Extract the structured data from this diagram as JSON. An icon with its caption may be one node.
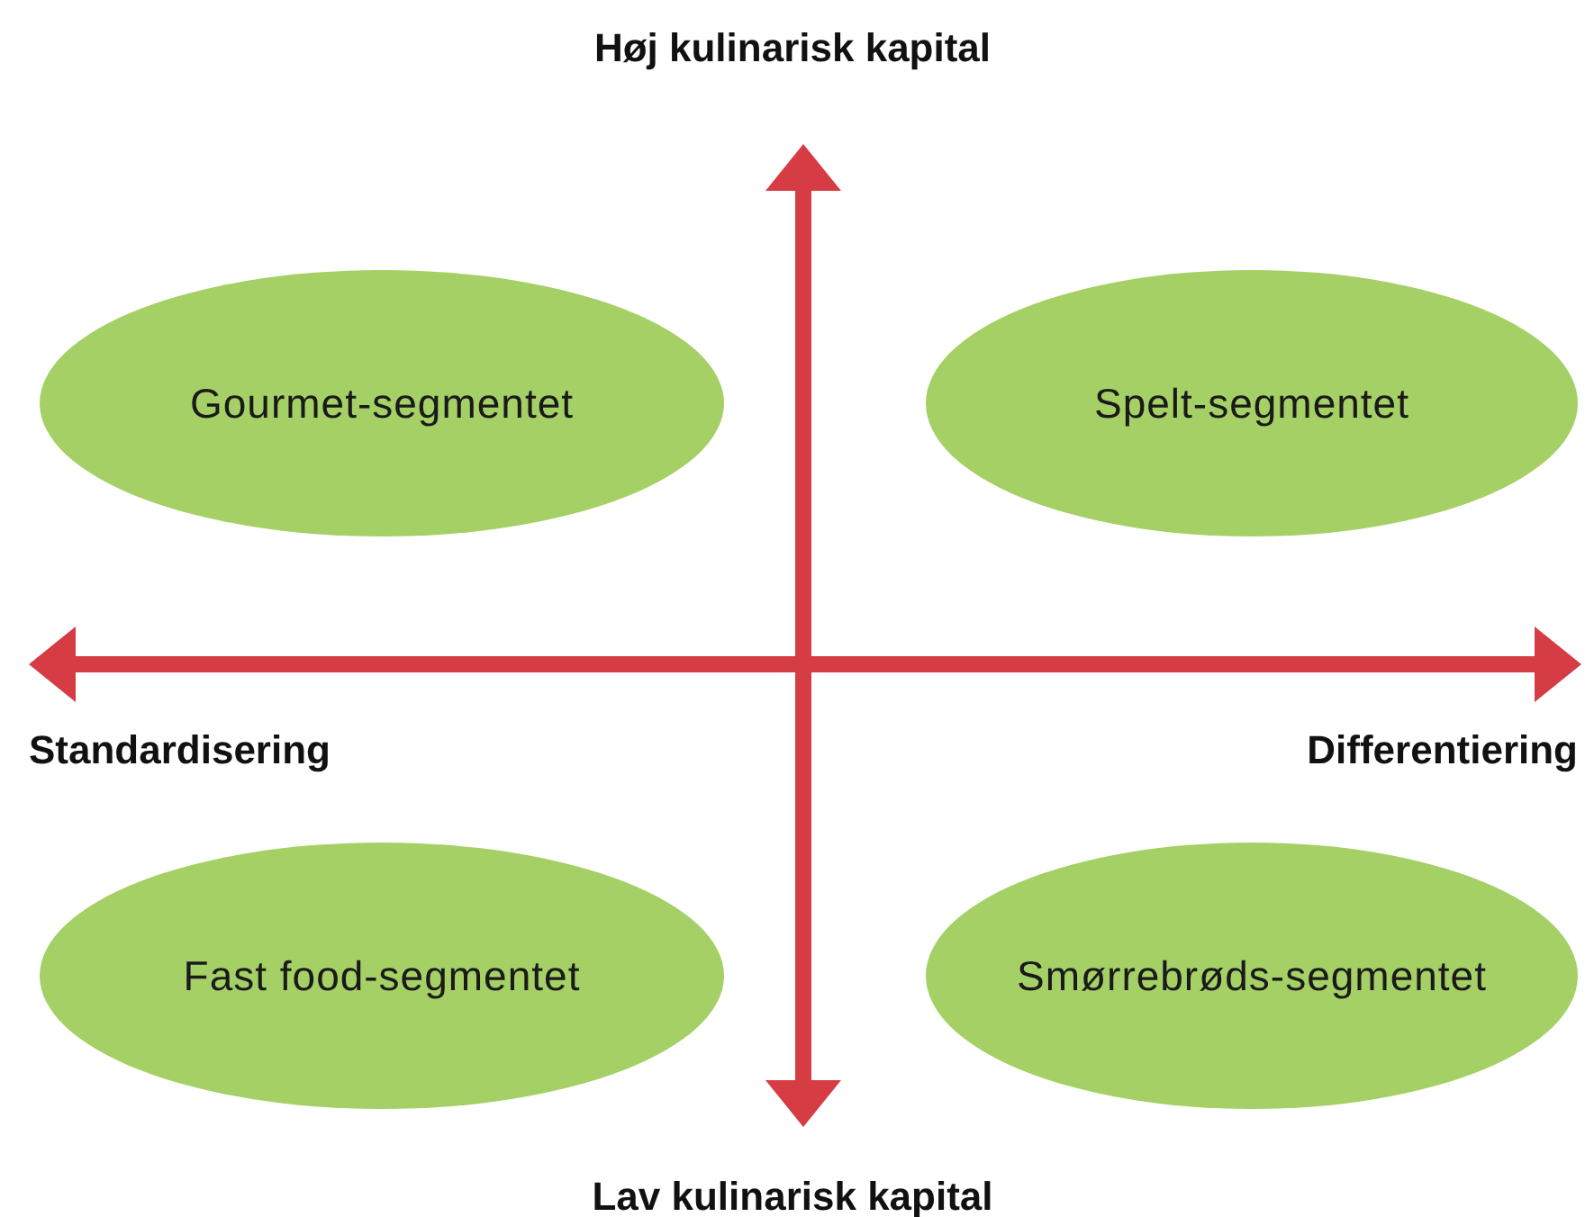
{
  "diagram": {
    "nodes": [
      {
        "text": [
          "Gourmet-segmentet"
        ]
      },
      {
        "text": [
          "Spelt-segmentet"
        ]
      },
      {
        "text": [
          "Fast food-segmentet"
        ]
      },
      {
        "text": [
          "Smørrebrøds-segmentet"
        ]
      }
    ],
    "labels": [
      "Høj kulinarisk kapital",
      "Standardisering",
      "Differentiering",
      "Lav kulinarisk kapital"
    ]
  }
}
